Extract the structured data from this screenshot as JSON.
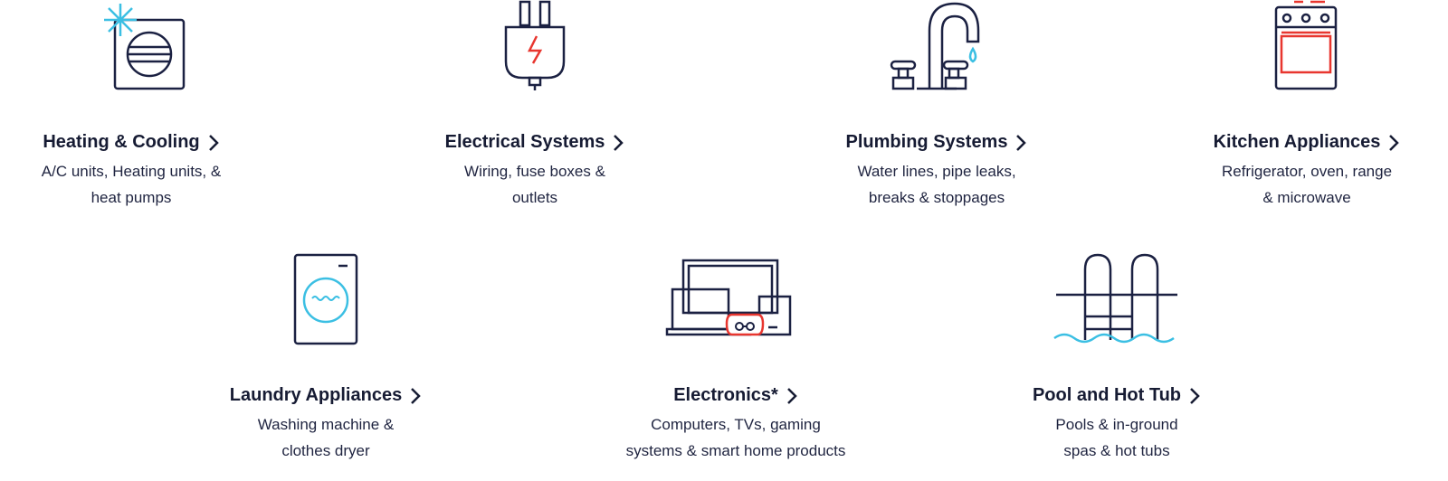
{
  "colors": {
    "navy": "#1b2142",
    "blue": "#3bbfe3",
    "red": "#e8362f"
  },
  "categories": [
    {
      "title": "Heating & Cooling",
      "icon": "heating-cooling-icon",
      "desc_lines": [
        "A/C units, Heating units, &",
        "heat pumps"
      ]
    },
    {
      "title": "Electrical Systems",
      "icon": "electrical-plug-icon",
      "desc_lines": [
        "Wiring, fuse boxes &",
        "outlets"
      ]
    },
    {
      "title": "Plumbing Systems",
      "icon": "faucet-icon",
      "desc_lines": [
        "Water lines, pipe leaks,",
        "breaks & stoppages"
      ]
    },
    {
      "title": "Kitchen Appliances",
      "icon": "stove-icon",
      "desc_lines": [
        "Refrigerator, oven, range",
        "& microwave"
      ]
    },
    {
      "title": "Laundry Appliances",
      "icon": "washing-machine-icon",
      "desc_lines": [
        "Washing machine &",
        "clothes dryer"
      ]
    },
    {
      "title": "Electronics*",
      "icon": "electronics-icon",
      "desc_lines": [
        "Computers, TVs, gaming",
        "systems & smart home products"
      ]
    },
    {
      "title": "Pool and Hot Tub",
      "icon": "pool-ladder-icon",
      "desc_lines": [
        "Pools & in-ground",
        "spas & hot tubs"
      ]
    }
  ]
}
